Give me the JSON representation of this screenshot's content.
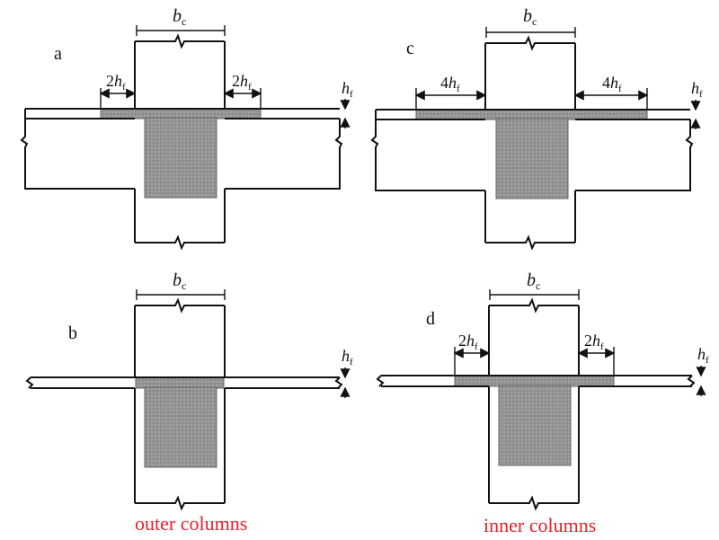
{
  "panels": [
    {
      "id": "a",
      "letter": "a",
      "dim_top": "b",
      "dim_top_sub": "c",
      "side_coef": "2",
      "side_var": "h",
      "side_sub": "f",
      "thick_var": "h",
      "thick_sub": "f"
    },
    {
      "id": "b",
      "letter": "b",
      "dim_top": "b",
      "dim_top_sub": "c",
      "thick_var": "h",
      "thick_sub": "f"
    },
    {
      "id": "c",
      "letter": "c",
      "dim_top": "b",
      "dim_top_sub": "c",
      "side_coef": "4",
      "side_var": "h",
      "side_sub": "f",
      "thick_var": "h",
      "thick_sub": "f"
    },
    {
      "id": "d",
      "letter": "d",
      "dim_top": "b",
      "dim_top_sub": "c",
      "side_coef": "2",
      "side_var": "h",
      "side_sub": "f",
      "thick_var": "h",
      "thick_sub": "f"
    }
  ],
  "captions": {
    "left": "outer columns",
    "right": "inner columns",
    "color": "#e8202a"
  },
  "shade_color": "#8a8a8a"
}
